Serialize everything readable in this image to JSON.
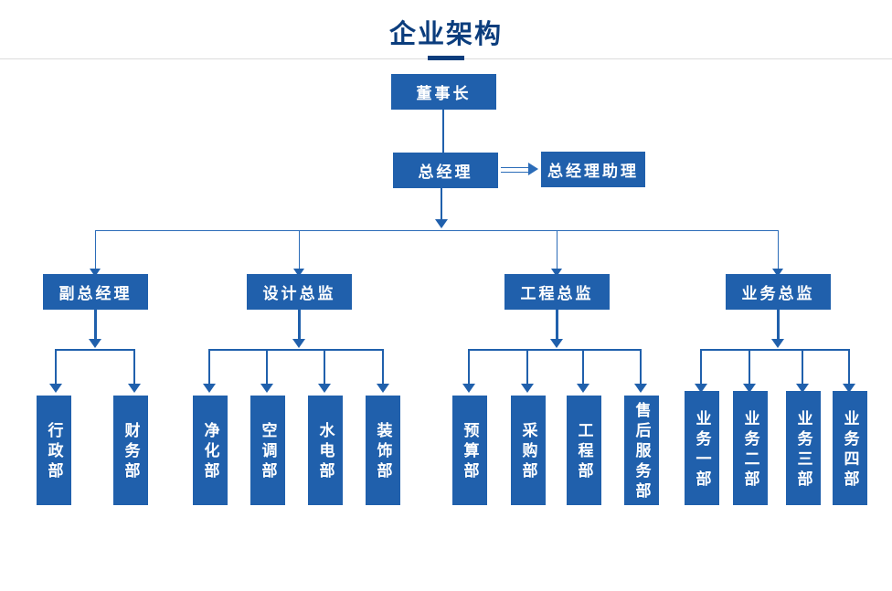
{
  "header": {
    "title": "企业架构",
    "accent_color": "#0b3d7d",
    "divider_color": "#dcdcdc"
  },
  "theme": {
    "node_fill": "#2060ac",
    "node_text": "#ffffff",
    "connector_color": "#2060ac",
    "thin_connector_color": "#2b6cb8",
    "background": "#ffffff"
  },
  "chart_data": {
    "type": "org-chart",
    "title": "企业架构",
    "orientation": "top-down",
    "levels": [
      {
        "level": 1,
        "nodes": [
          {
            "id": "chairman",
            "label": "董事长",
            "text_direction": "horizontal"
          }
        ]
      },
      {
        "level": 2,
        "nodes": [
          {
            "id": "gm",
            "label": "总经理",
            "text_direction": "horizontal",
            "parent": "chairman"
          },
          {
            "id": "gm-assistant",
            "label": "总经理助理",
            "text_direction": "horizontal",
            "parent": "gm",
            "link_style": "side-arrow"
          }
        ]
      },
      {
        "level": 3,
        "nodes": [
          {
            "id": "deputy-gm",
            "label": "副总经理",
            "text_direction": "horizontal",
            "parent": "gm"
          },
          {
            "id": "design-director",
            "label": "设计总监",
            "text_direction": "horizontal",
            "parent": "gm"
          },
          {
            "id": "engineering-director",
            "label": "工程总监",
            "text_direction": "horizontal",
            "parent": "gm"
          },
          {
            "id": "business-director",
            "label": "业务总监",
            "text_direction": "horizontal",
            "parent": "gm"
          }
        ]
      },
      {
        "level": 4,
        "nodes": [
          {
            "id": "admin-dept",
            "label": "行政部",
            "text_direction": "vertical",
            "parent": "deputy-gm"
          },
          {
            "id": "finance-dept",
            "label": "财务部",
            "text_direction": "vertical",
            "parent": "deputy-gm"
          },
          {
            "id": "purification-dept",
            "label": "净化部",
            "text_direction": "vertical",
            "parent": "design-director"
          },
          {
            "id": "hvac-dept",
            "label": "空调部",
            "text_direction": "vertical",
            "parent": "design-director"
          },
          {
            "id": "utilities-dept",
            "label": "水电部",
            "text_direction": "vertical",
            "parent": "design-director"
          },
          {
            "id": "decoration-dept",
            "label": "装饰部",
            "text_direction": "vertical",
            "parent": "design-director"
          },
          {
            "id": "budget-dept",
            "label": "预算部",
            "text_direction": "vertical",
            "parent": "engineering-director"
          },
          {
            "id": "procurement-dept",
            "label": "采购部",
            "text_direction": "vertical",
            "parent": "engineering-director"
          },
          {
            "id": "engineering-dept",
            "label": "工程部",
            "text_direction": "vertical",
            "parent": "engineering-director"
          },
          {
            "id": "aftersales-dept",
            "label": "售后服务部",
            "text_direction": "vertical",
            "parent": "engineering-director"
          },
          {
            "id": "business-1",
            "label": "业务一部",
            "text_direction": "vertical",
            "parent": "business-director"
          },
          {
            "id": "business-2",
            "label": "业务二部",
            "text_direction": "vertical",
            "parent": "business-director"
          },
          {
            "id": "business-3",
            "label": "业务三部",
            "text_direction": "vertical",
            "parent": "business-director"
          },
          {
            "id": "business-4",
            "label": "业务四部",
            "text_direction": "vertical",
            "parent": "business-director"
          }
        ]
      }
    ]
  }
}
